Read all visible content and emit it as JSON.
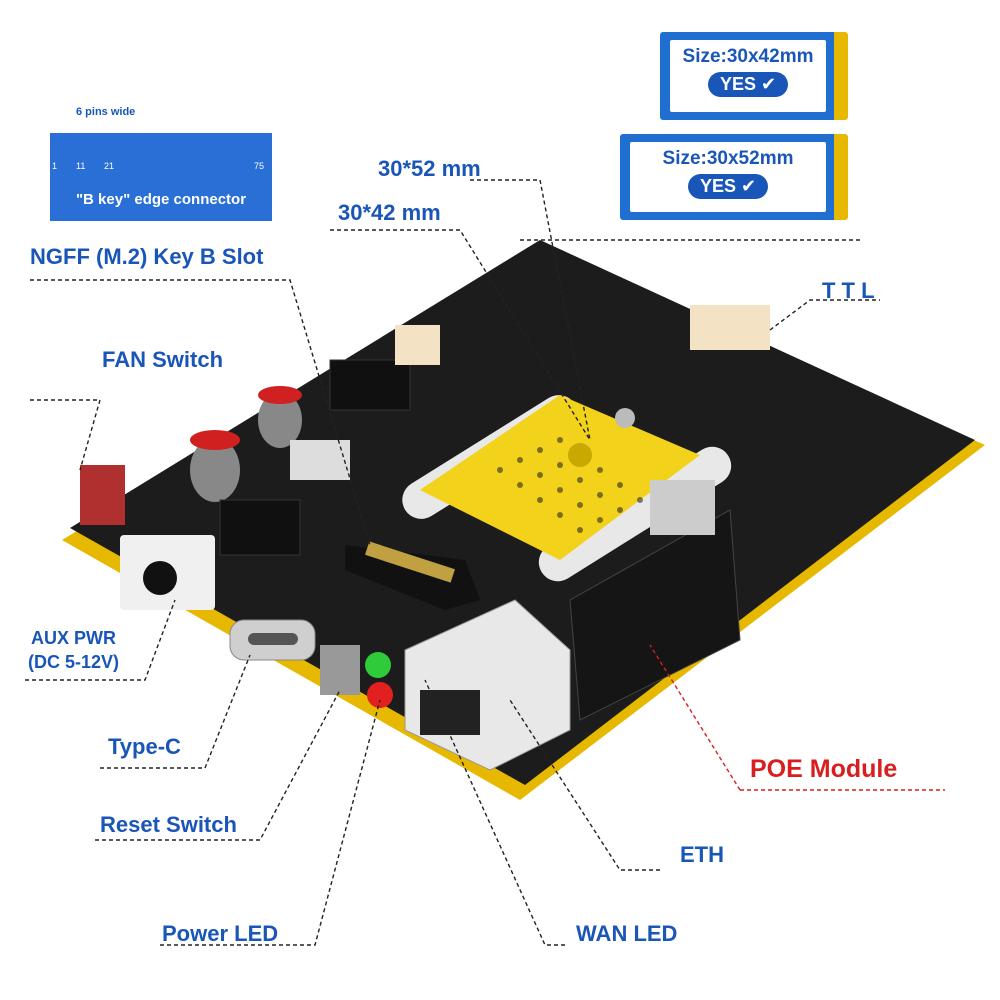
{
  "module_cards": [
    {
      "size": "Size:30x42mm",
      "badge": "YES"
    },
    {
      "size": "Size:30x52mm",
      "badge": "YES"
    }
  ],
  "key_connector": {
    "pins_wide": "6 pins wide",
    "pin_numbers": [
      "1",
      "11",
      "21",
      "75"
    ],
    "caption": "\"B key\" edge connector"
  },
  "labels": {
    "size_52": "30*52 mm",
    "size_42": "30*42 mm",
    "slot": "NGFF (M.2) Key B Slot",
    "ttl": "T T L",
    "fan_switch": "FAN Switch",
    "aux_pwr_line1": "AUX PWR",
    "aux_pwr_line2": "(DC 5-12V)",
    "type_c": "Type-C",
    "reset_switch": "Reset Switch",
    "power_led": "Power LED",
    "wan_led": "WAN LED",
    "eth": "ETH",
    "poe_module": "POE Module"
  },
  "colors": {
    "label_blue": "#1a56b8",
    "accent_red": "#d81e1e",
    "board": "#1b1b1b",
    "gold_edge": "#e6b800"
  }
}
